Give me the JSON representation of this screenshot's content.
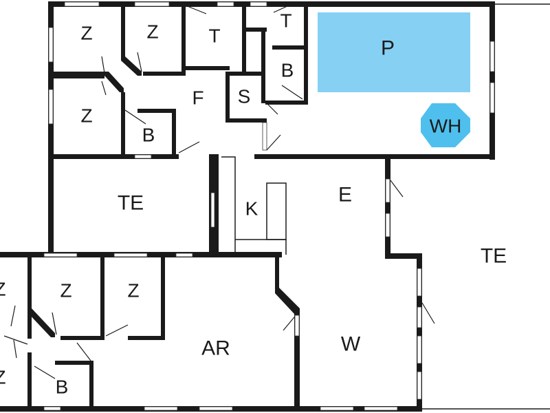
{
  "rooms": {
    "z1": "Z",
    "z2": "Z",
    "z3": "Z",
    "t1": "T",
    "t2": "T",
    "p": "P",
    "b1": "B",
    "s": "S",
    "f": "F",
    "b2": "B",
    "wh": "WH",
    "te1": "TE",
    "k": "K",
    "e": "E",
    "te2": "TE",
    "z4": "Z",
    "z5": "Z",
    "z6": "Z",
    "z7": "Z",
    "ar": "AR",
    "w": "W",
    "b3": "B"
  },
  "colors": {
    "pool": "#86D0F4",
    "whirlpool": "#4FC0EE",
    "walls": "#1a1a1a",
    "background": "#ffffff"
  }
}
